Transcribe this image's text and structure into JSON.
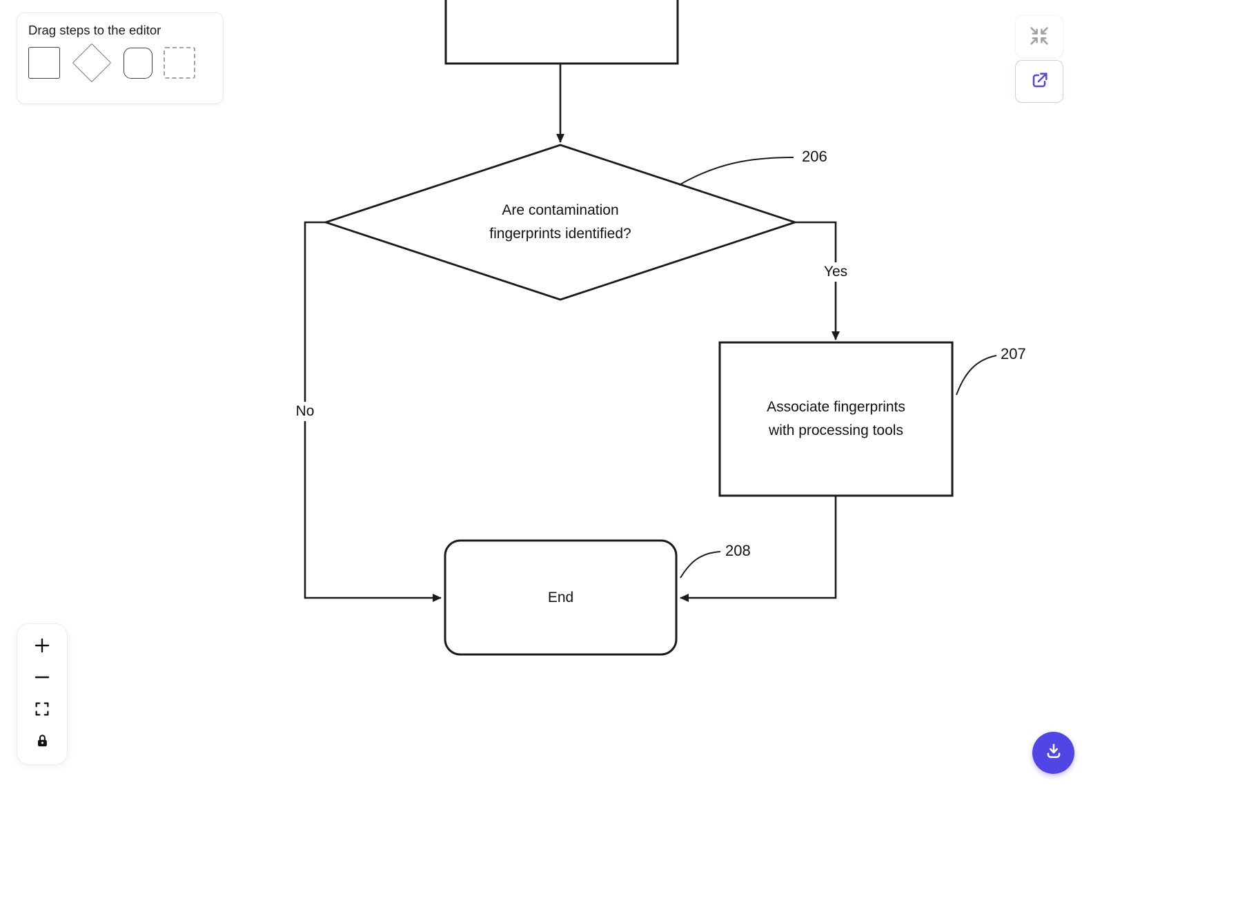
{
  "palette": {
    "title": "Drag steps to the editor",
    "shapes": [
      {
        "name": "rectangle-shape"
      },
      {
        "name": "diamond-shape"
      },
      {
        "name": "rounded-rectangle-shape"
      },
      {
        "name": "dashed-rectangle-shape"
      }
    ]
  },
  "diagram": {
    "decision": {
      "ref": "206",
      "line1": "Are contamination",
      "line2": "fingerprints identified?"
    },
    "process": {
      "ref": "207",
      "line1": "Associate fingerprints",
      "line2": "with processing tools"
    },
    "end": {
      "ref": "208",
      "label": "End"
    },
    "edge_labels": {
      "yes": "Yes",
      "no": "No"
    }
  },
  "controls": {
    "top_right": [
      {
        "icon": "collapse-icon"
      },
      {
        "icon": "open-external-icon"
      }
    ],
    "zoom_toolbar": [
      {
        "icon": "zoom-in-icon"
      },
      {
        "icon": "zoom-out-icon"
      },
      {
        "icon": "fit-screen-icon"
      },
      {
        "icon": "lock-icon"
      }
    ],
    "download": {
      "icon": "download-icon"
    }
  },
  "colors": {
    "accent": "#4f46e5",
    "line": "#1a1a1a",
    "text": "#111111",
    "muted_icon": "#9aa0a6"
  }
}
